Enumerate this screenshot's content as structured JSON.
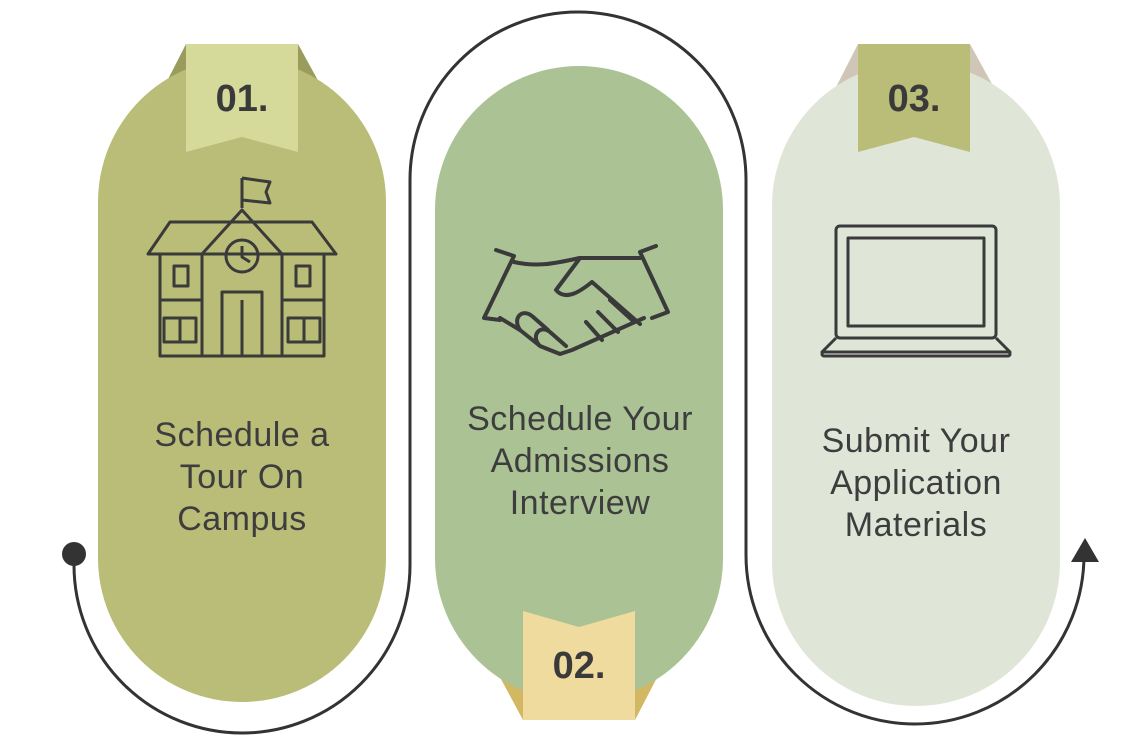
{
  "steps": [
    {
      "number": "01.",
      "label": "Schedule a Tour On Campus",
      "icon": "school-building-icon",
      "pill_color": "#b9bd77",
      "ribbon_color": "#d5d99a",
      "ribbon_shade": "#9a9c5e"
    },
    {
      "number": "02.",
      "label": "Schedule Your Admissions Interview",
      "icon": "handshake-icon",
      "pill_color": "#abc295",
      "ribbon_color": "#efdb9e",
      "ribbon_shade": "#d2b862"
    },
    {
      "number": "03.",
      "label": "Submit Your Application Materials",
      "icon": "laptop-icon",
      "pill_color": "#dfe6d8",
      "ribbon_color": "#b9bd77",
      "ribbon_shade": "#cfc6b8"
    }
  ],
  "colors": {
    "line": "#333333",
    "text": "#3d3d3d"
  }
}
